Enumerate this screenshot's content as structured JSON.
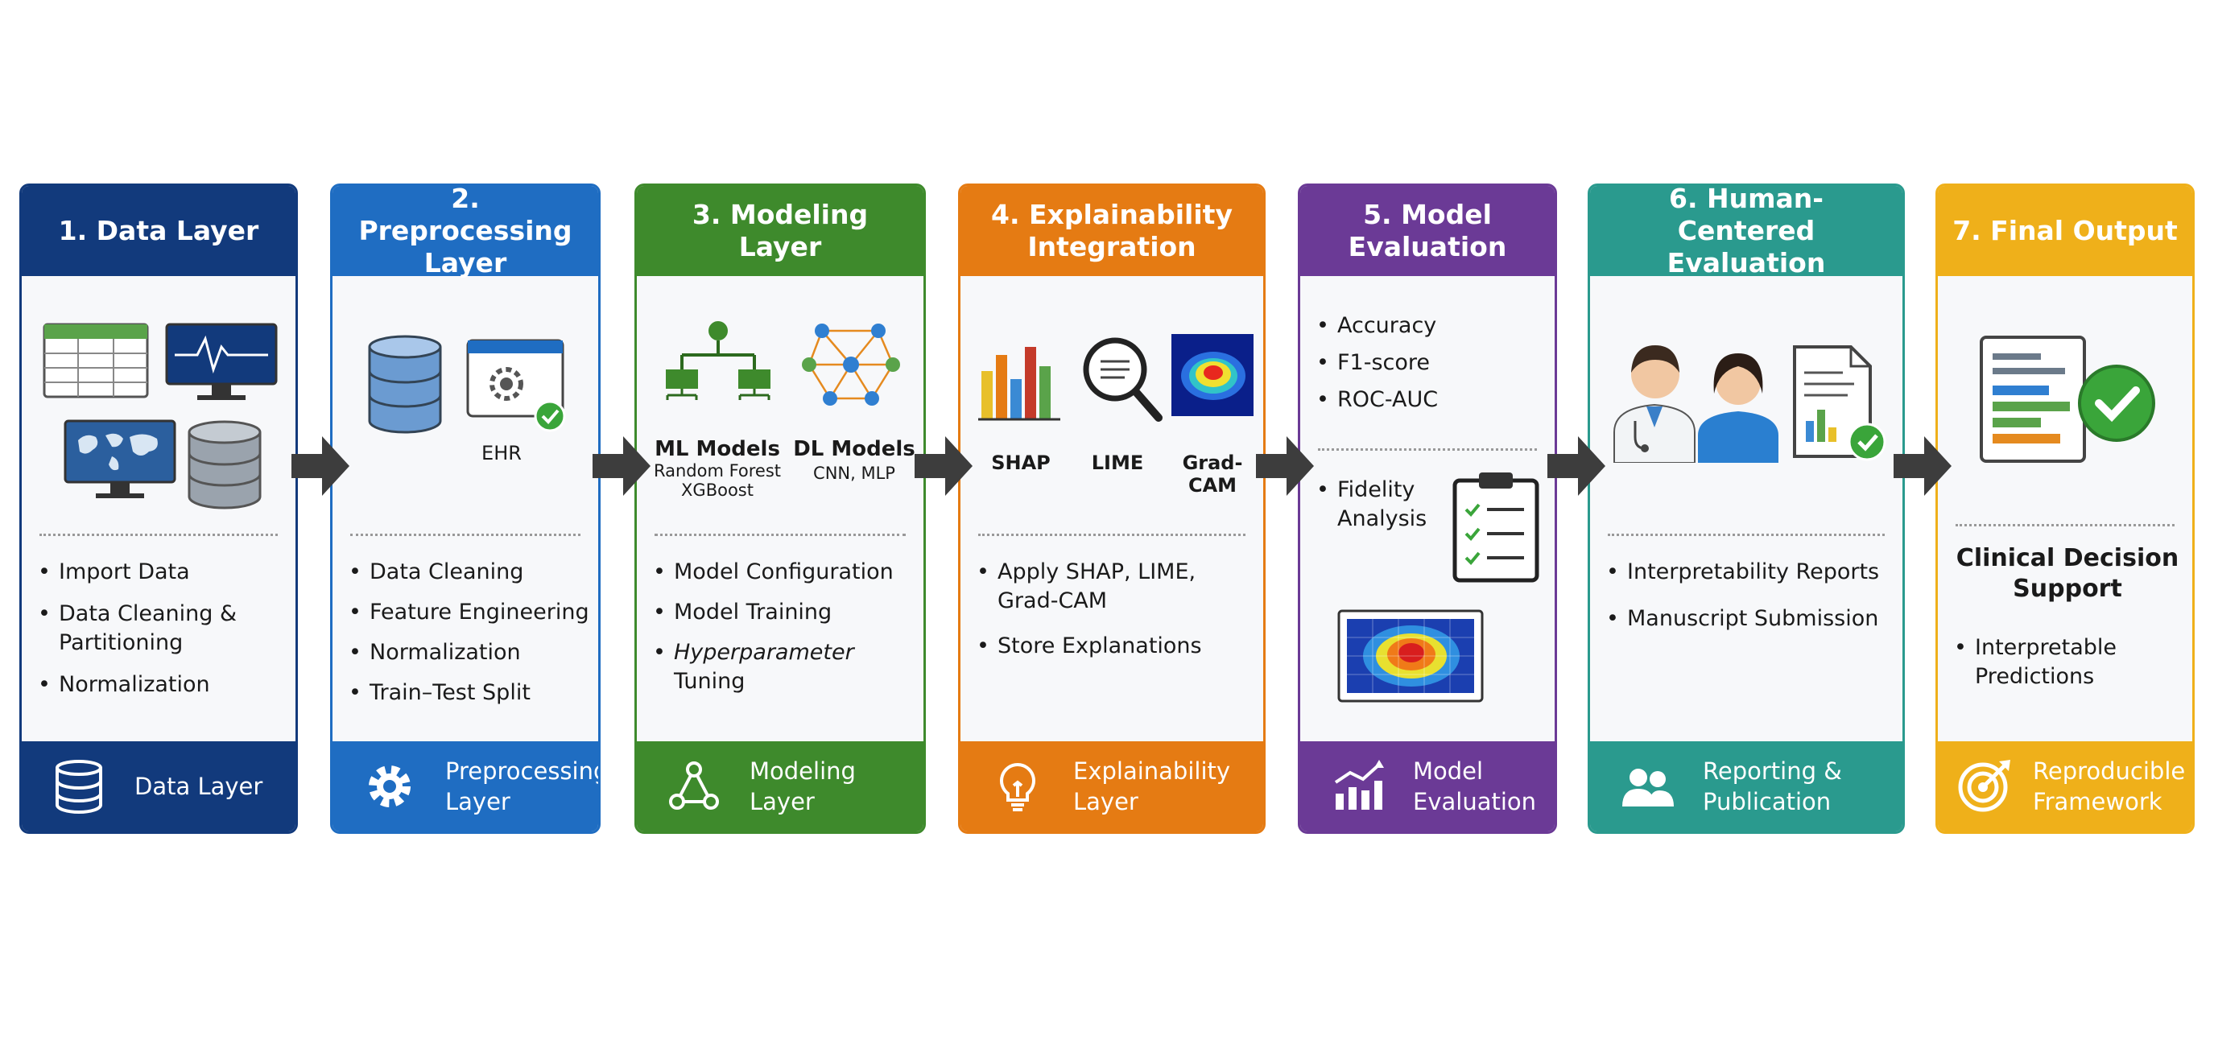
{
  "stages": [
    {
      "title": "1. Data Layer",
      "bullets": [
        "Import Data",
        "Data Cleaning & Partitioning",
        "Normalization"
      ],
      "footer": "Data Layer"
    },
    {
      "title": "2. Preprocessing Layer",
      "icon_label": "EHR",
      "bullets": [
        "Data Cleaning",
        "Feature Engineering",
        "Normalization",
        "Train–Test Split"
      ],
      "footer": "Preprocessing Layer"
    },
    {
      "title": "3. Modeling Layer",
      "ml_title": "ML Models",
      "ml_sub": "Random Forest XGBoost",
      "dl_title": "DL Models",
      "dl_sub": "CNN, MLP",
      "bullets": [
        "Model Configuration",
        "Model Training",
        "Hyperparameter",
        "Tuning"
      ],
      "footer": "Modeling Layer"
    },
    {
      "title": "4. Explainability Integration",
      "methods": [
        "SHAP",
        "LIME",
        "Grad-CAM"
      ],
      "bullets": [
        "Apply SHAP, LIME, Grad-CAM",
        "Store Explanations"
      ],
      "footer": "Explainability Layer"
    },
    {
      "title": "5. Model Evaluation",
      "bullets": [
        "Accuracy",
        "F1-score",
        "ROC-AUC"
      ],
      "fidelity": "Fidelity Analysis",
      "footer": "Model Evaluation"
    },
    {
      "title": "6. Human-Centered Evaluation",
      "bullets": [
        "Interpretability Reports",
        "Manuscript Submission"
      ],
      "footer": "Reporting & Publication"
    },
    {
      "title": "7. Final Output",
      "decision": "Clinical Decision Support",
      "bullets": [
        "Interpretable Predictions"
      ],
      "footer": "Reproducible Framework"
    }
  ],
  "colors": {
    "data": "#123a7c",
    "preprocessing": "#1f6dc2",
    "modeling": "#3e8a2c",
    "explainability": "#e57b13",
    "evaluation": "#6b3a96",
    "human": "#2a9a8e",
    "final": "#efb01a"
  },
  "icons": [
    "table-icon",
    "ecg-monitor-icon",
    "world-map-monitor-icon",
    "database-icon",
    "ehr-window-icon",
    "tree-icon",
    "network-icon",
    "bar-chart-icon",
    "magnifier-icon",
    "heatmap-icon",
    "clipboard-icon",
    "doctor-icon",
    "nurse-icon",
    "report-icon",
    "gear-icon",
    "lightbulb-icon",
    "growth-chart-icon",
    "users-icon",
    "target-icon",
    "check-circle-icon"
  ]
}
